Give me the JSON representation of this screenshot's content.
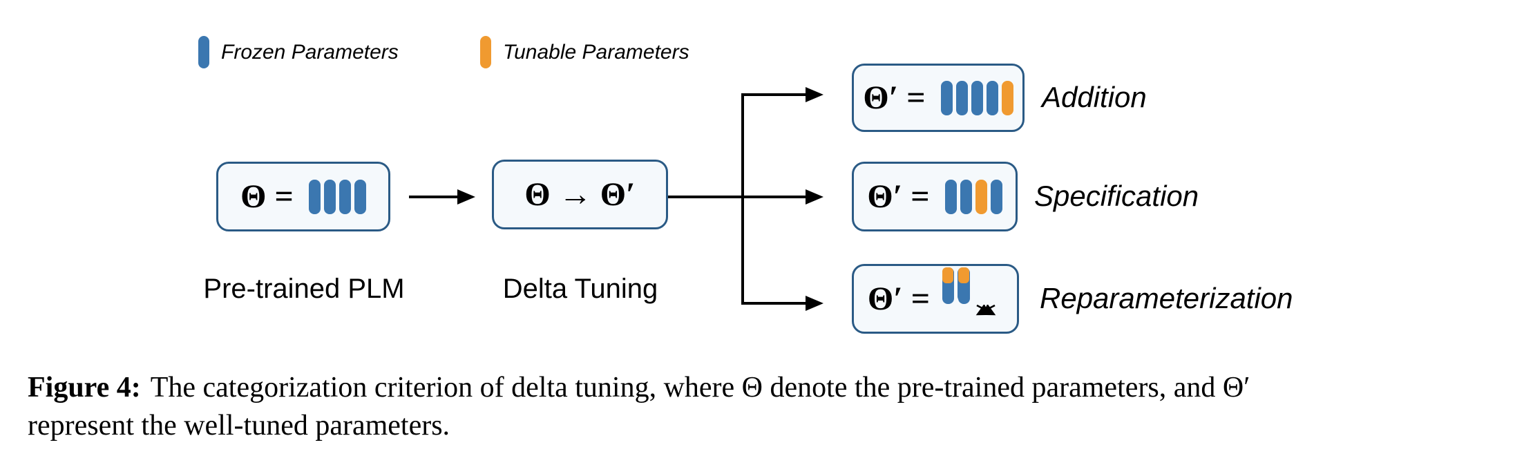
{
  "colors": {
    "frozen_blue": "#3b77b0",
    "tunable_orange": "#f09a30",
    "box_border": "#2a5a85",
    "box_bg": "#f5f9fc"
  },
  "legend": {
    "frozen": {
      "label": "Frozen Parameters"
    },
    "tunable": {
      "label": "Tunable Parameters"
    }
  },
  "flow": {
    "pretrained": {
      "equation": "Θ =",
      "bars": [
        "frozen",
        "frozen",
        "frozen",
        "frozen"
      ],
      "label": "Pre-trained PLM"
    },
    "delta": {
      "equation": "Θ → Θ′",
      "label": "Delta Tuning"
    },
    "branches": [
      {
        "equation": "Θ′ =",
        "bars": [
          "frozen",
          "frozen",
          "frozen",
          "frozen",
          "tunable"
        ],
        "label": "Addition"
      },
      {
        "equation": "Θ′ =",
        "bars": [
          "frozen",
          "frozen",
          "tunable",
          "frozen"
        ],
        "label": "Specification"
      },
      {
        "equation": "Θ′ =",
        "bars_base": [
          "frozen",
          "frozen"
        ],
        "bars_tall": [
          "frozen",
          "frozen"
        ],
        "bars_low": [
          "tunable",
          "tunable"
        ],
        "label": "Reparameterization"
      }
    ]
  },
  "caption": {
    "label": "Figure 4:",
    "line1": "The categorization criterion of delta tuning, where Θ denote the pre-trained parameters, and Θ′",
    "line2": "represent the well-tuned parameters."
  }
}
